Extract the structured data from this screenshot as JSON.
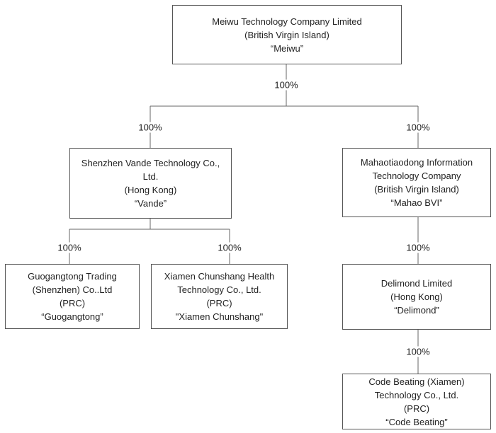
{
  "nodes": {
    "meiwu": [
      "Meiwu Technology Company Limited",
      "(British Virgin Island)",
      "“Meiwu”"
    ],
    "vande": [
      "Shenzhen Vande Technology Co.,",
      "Ltd.",
      "(Hong Kong)",
      "“Vande”"
    ],
    "mahao": [
      "Mahaotiaodong Information",
      "Technology Company",
      "(British Virgin Island)",
      "“Mahao BVI”"
    ],
    "guogangtong": [
      "Guogangtong Trading",
      "(Shenzhen) Co..Ltd",
      "(PRC)",
      "“Guogangtong”"
    ],
    "chunshang": [
      "Xiamen Chunshang Health",
      "Technology Co., Ltd.",
      "(PRC)",
      "\"Xiamen Chunshang\""
    ],
    "delimond": [
      "Delimond Limited",
      "(Hong Kong)",
      "“Delimond”"
    ],
    "codebeating": [
      "Code Beating (Xiamen)",
      "Technology Co., Ltd.",
      "(PRC)",
      "“Code Beating”"
    ]
  },
  "ownership": {
    "meiwu_subs": "100%",
    "meiwu_to_vande": "100%",
    "meiwu_to_mahao": "100%",
    "vande_to_guogangtong": "100%",
    "vande_to_chunshang": "100%",
    "mahao_to_delimond": "100%",
    "delimond_to_codebeating": "100%"
  }
}
